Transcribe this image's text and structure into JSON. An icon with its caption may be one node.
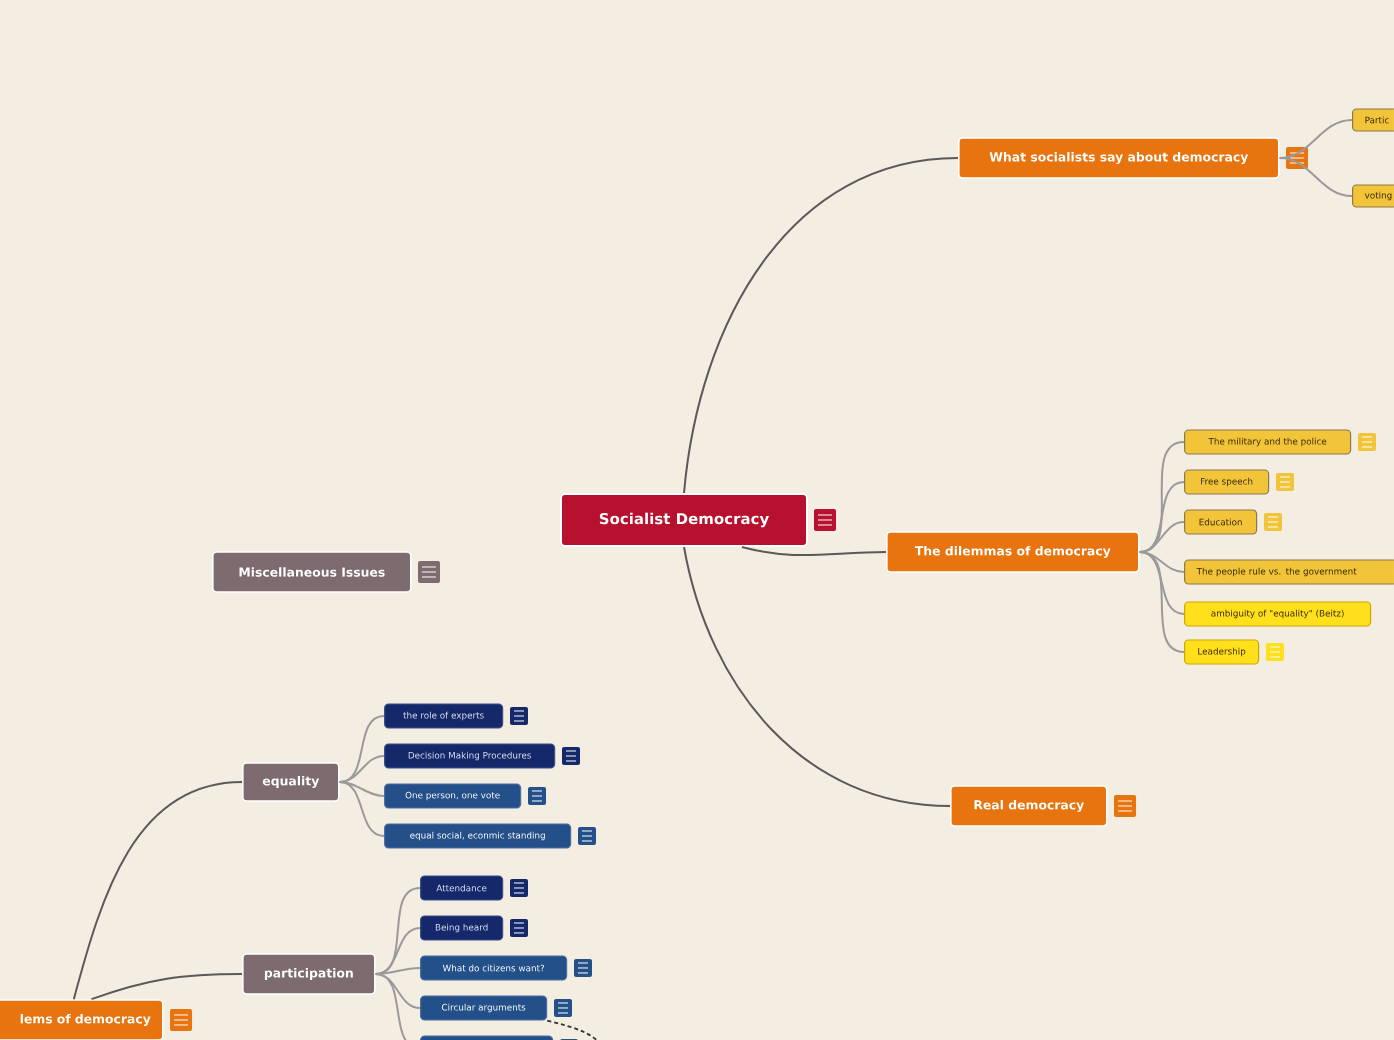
{
  "diagram": {
    "nodes": [
      {
        "text": [
          "Socialist Democracy"
        ]
      },
      {
        "text": [
          "What socialists say about democracy"
        ]
      },
      {
        "text": [
          "Partic"
        ]
      },
      {
        "text": [
          "voting"
        ]
      },
      {
        "text": [
          "The dilemmas of democracy"
        ]
      },
      {
        "text": [
          "The military and the police"
        ]
      },
      {
        "text": [
          "Free speech"
        ]
      },
      {
        "text": [
          "Education"
        ]
      },
      {
        "text": [
          "The people rule vs. the government"
        ]
      },
      {
        "text": [
          "ambiguity of \"equality\" (Beitz)"
        ]
      },
      {
        "text": [
          "Leadership"
        ]
      },
      {
        "text": [
          "Real democracy"
        ]
      },
      {
        "text": [
          "Miscellaneous Issues"
        ]
      },
      {
        "text": [
          "lems of democracy"
        ]
      },
      {
        "text": [
          "equality"
        ]
      },
      {
        "text": [
          "the role of experts"
        ]
      },
      {
        "text": [
          "Decision Making Procedures"
        ]
      },
      {
        "text": [
          "One person, one vote"
        ]
      },
      {
        "text": [
          "equal social, econmic standing"
        ]
      },
      {
        "text": [
          "participation"
        ]
      },
      {
        "text": [
          "Attendance"
        ]
      },
      {
        "text": [
          "Being heard"
        ]
      },
      {
        "text": [
          "What do citizens want?"
        ]
      },
      {
        "text": [
          "Circular arguments"
        ]
      },
      {
        "text": [],
        "shape": "box"
      }
    ],
    "edges": [
      {
        "from": 0,
        "to": 1,
        "arrow": "none"
      },
      {
        "from": 1,
        "to": 2,
        "arrow": "none"
      },
      {
        "from": 1,
        "to": 3,
        "arrow": "none"
      },
      {
        "from": 0,
        "to": 4,
        "arrow": "none"
      },
      {
        "from": 4,
        "to": 5,
        "arrow": "none"
      },
      {
        "from": 4,
        "to": 6,
        "arrow": "none"
      },
      {
        "from": 4,
        "to": 7,
        "arrow": "none"
      },
      {
        "from": 4,
        "to": 8,
        "arrow": "none"
      },
      {
        "from": 4,
        "to": 9,
        "arrow": "none"
      },
      {
        "from": 4,
        "to": 10,
        "arrow": "none"
      },
      {
        "from": 0,
        "to": 11,
        "arrow": "none"
      },
      {
        "from": 13,
        "to": 14,
        "arrow": "none"
      },
      {
        "from": 13,
        "to": 19,
        "arrow": "none"
      },
      {
        "from": 14,
        "to": 15,
        "arrow": "none"
      },
      {
        "from": 14,
        "to": 16,
        "arrow": "none"
      },
      {
        "from": 14,
        "to": 17,
        "arrow": "none"
      },
      {
        "from": 14,
        "to": 18,
        "arrow": "none"
      },
      {
        "from": 19,
        "to": 20,
        "arrow": "none"
      },
      {
        "from": 19,
        "to": 21,
        "arrow": "none"
      },
      {
        "from": 19,
        "to": 22,
        "arrow": "none"
      },
      {
        "from": 19,
        "to": 23,
        "arrow": "none"
      },
      {
        "from": 19,
        "to": 24,
        "arrow": "none"
      },
      {
        "from": 23,
        "to": null,
        "arrow": "none",
        "style": "dashed",
        "color": "#333333"
      }
    ]
  }
}
